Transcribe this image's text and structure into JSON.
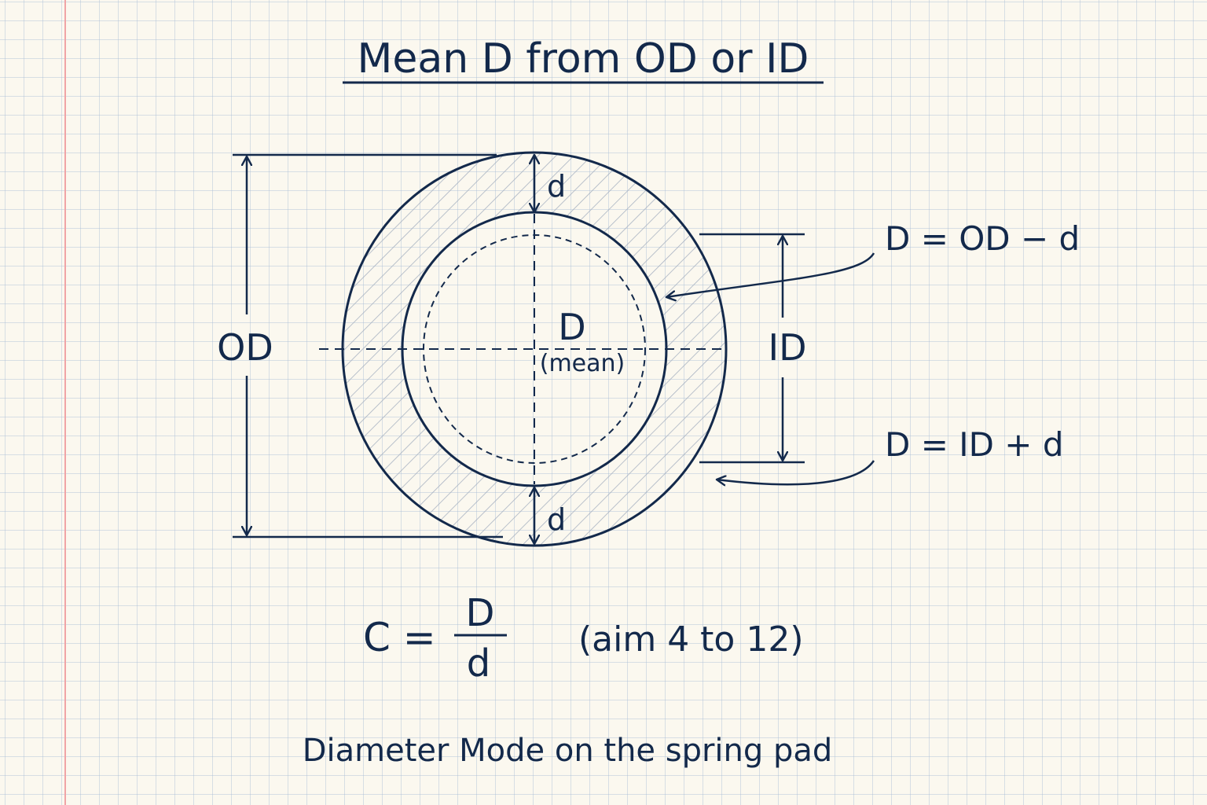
{
  "title": "Mean D from OD or ID",
  "labels": {
    "outer_diameter": "OD",
    "inner_diameter": "ID",
    "wire_top": "d",
    "wire_bottom": "d",
    "mean_symbol": "D",
    "mean_caption": "(mean)"
  },
  "equations": {
    "from_od": "D = OD − d",
    "from_id": "D = ID + d"
  },
  "spring_index": {
    "lhs": "C =",
    "numerator": "D",
    "denominator": "d",
    "note": "(aim 4 to 12)"
  },
  "footer": "Diameter Mode on the spring pad",
  "colors": {
    "ink": "#13294b",
    "paper": "#fbf8ef",
    "grid": "#aabed7",
    "margin": "#f0a4a6",
    "hatch": "#a9b3c2"
  }
}
